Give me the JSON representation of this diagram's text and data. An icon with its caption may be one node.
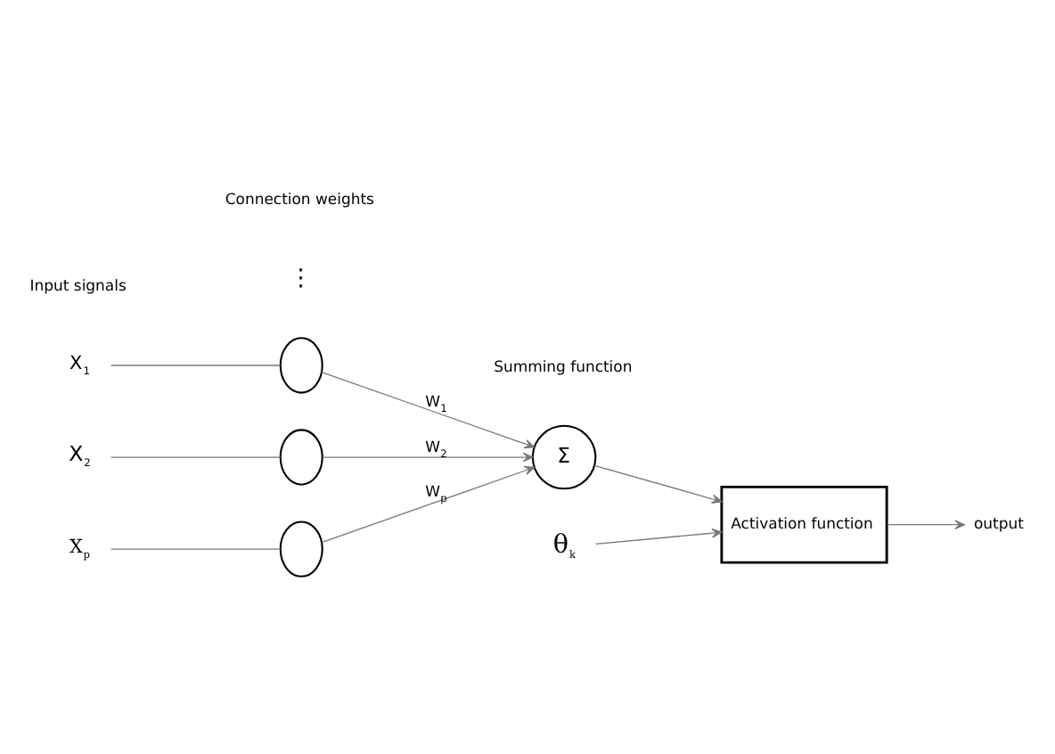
{
  "diagram": {
    "nodes": [
      {
        "text": [
          "X$_{1}$"
        ]
      },
      {
        "text": [],
        "shape": "circle"
      },
      {
        "text": [
          "X$_{2}$"
        ]
      },
      {
        "text": [],
        "shape": "circle"
      },
      {
        "text": [
          "X$_{p}$"
        ]
      },
      {
        "text": [],
        "shape": "circle"
      },
      {
        "text": [
          "Σ"
        ]
      },
      {
        "text": [
          "Activation function"
        ]
      },
      {
        "text": [
          "θ$_{k}$"
        ]
      },
      {
        "text": [
          "output"
        ]
      }
    ],
    "edges": [
      {
        "from": 0,
        "to": 1,
        "arrow": "none"
      },
      {
        "from": 2,
        "to": 3,
        "arrow": "none"
      },
      {
        "from": 4,
        "to": 5,
        "arrow": "none"
      },
      {
        "from": 1,
        "to": 6,
        "arrow": "to",
        "label": "W$_{1}$"
      },
      {
        "from": 3,
        "to": 6,
        "arrow": "to",
        "label": "W$_{2}$"
      },
      {
        "from": 5,
        "to": 6,
        "arrow": "to",
        "label": "W$_{p}$"
      },
      {
        "from": 6,
        "to": 7,
        "arrow": "to"
      },
      {
        "from": 8,
        "to": 7,
        "arrow": "to"
      },
      {
        "from": 7,
        "to": 9,
        "arrow": "to"
      }
    ],
    "labels": [
      "⋮",
      "Input signals",
      "Connection weights",
      "Summing function"
    ]
  }
}
